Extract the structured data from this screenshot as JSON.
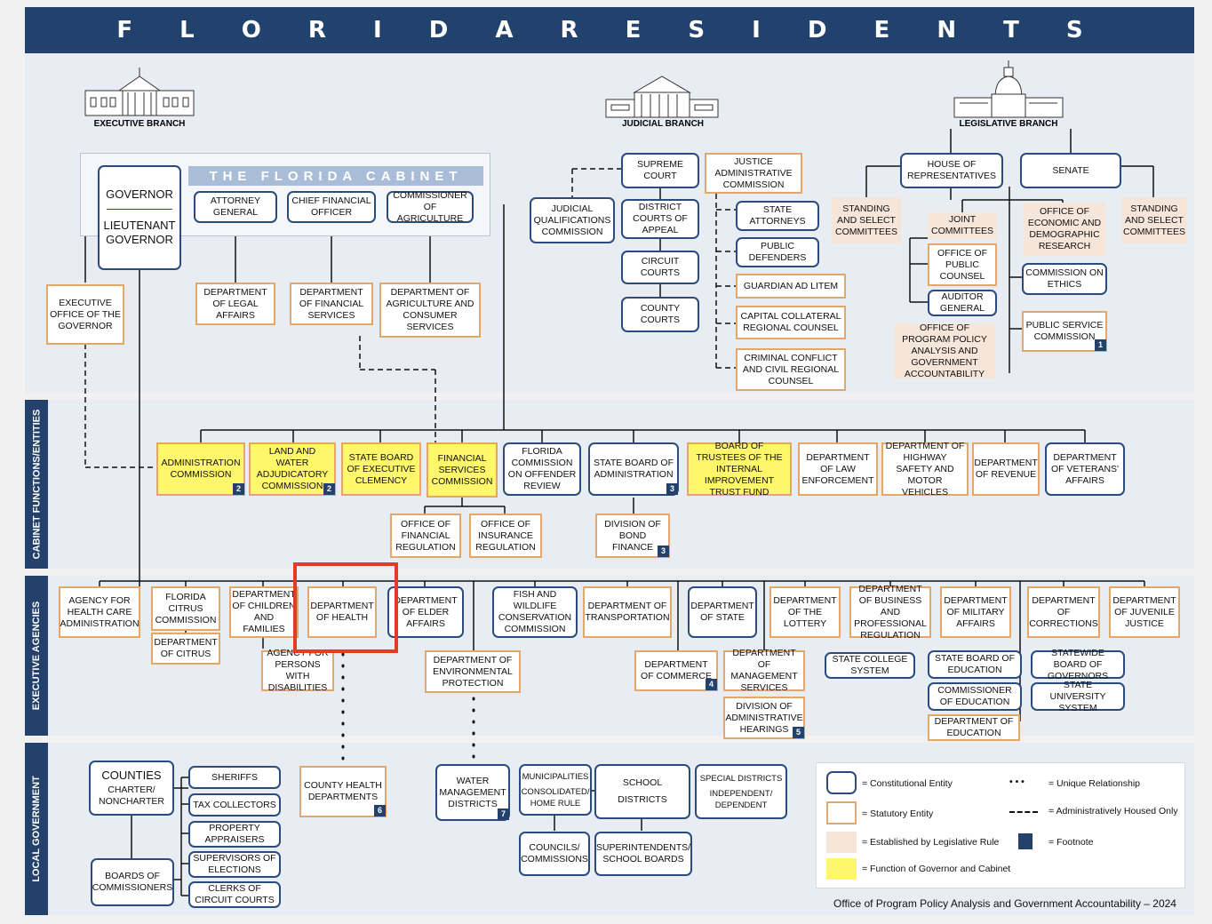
{
  "header": {
    "title": "F L O R I D A   R E S I D E N T S"
  },
  "sidebar": {
    "cabinet": "CABINET FUNCTIONS/ENTITIES",
    "exec": "EXECUTIVE AGENCIES",
    "local": "LOCAL GOVERNMENT"
  },
  "branches": {
    "exec": "EXECUTIVE BRANCH",
    "jud": "JUDICIAL  BRANCH",
    "leg": "LEGISLATIVE BRANCH"
  },
  "cabinet_title": "THE FLORIDA CABINET",
  "gov": {
    "governor": "GOVERNOR",
    "lt": "LIEUTENANT GOVERNOR",
    "eog": "EXECUTIVE OFFICE OF THE GOVERNOR"
  },
  "cab": {
    "ag": "ATTORNEY GENERAL",
    "cfo": "CHIEF FINANCIAL OFFICER",
    "comm": "COMMISSIONER OF AGRICULTURE",
    "dla": "DEPARTMENT OF LEGAL AFFAIRS",
    "dfs": "DEPARTMENT OF FINANCIAL SERVICES",
    "dacs": "DEPARTMENT OF AGRICULTURE AND CONSUMER SERVICES"
  },
  "jud": {
    "sc": "SUPREME COURT",
    "jqc": "JUDICIAL QUALIFICATIONS COMMISSION",
    "dca": "DISTRICT COURTS OF APPEAL",
    "cc": "CIRCUIT COURTS",
    "county": "COUNTY COURTS",
    "jac": "JUSTICE ADMINISTRATIVE COMMISSION",
    "sa": "STATE ATTORNEYS",
    "pd": "PUBLIC DEFENDERS",
    "gal": "GUARDIAN AD LITEM",
    "ccrc": "CAPITAL COLLATERAL REGIONAL COUNSEL",
    "ccrc2": "CRIMINAL CONFLICT AND CIVIL REGIONAL COUNSEL"
  },
  "leg": {
    "house": "HOUSE OF REPRESENTATIVES",
    "senate": "SENATE",
    "ssc1": "STANDING AND SELECT COMMITTEES",
    "ssc2": "STANDING AND SELECT COMMITTEES",
    "joint": "JOINT COMMITTEES",
    "edr": "OFFICE OF ECONOMIC AND DEMOGRAPHIC RESEARCH",
    "opc": "OFFICE OF PUBLIC COUNSEL",
    "ethics": "COMMISSION ON ETHICS",
    "auditor": "AUDITOR GENERAL",
    "psc": "PUBLIC SERVICE COMMISSION",
    "oppaga": "OFFICE OF PROGRAM POLICY ANALYSIS AND GOVERNMENT ACCOUNTABILITY"
  },
  "cabent": {
    "admin": "ADMINISTRATION COMMISSION",
    "lwac": "LAND AND WATER ADJUDICATORY COMMISSION",
    "clem": "STATE BOARD OF EXECUTIVE CLEMENCY",
    "fsc": "FINANCIAL SERVICES COMMISSION",
    "focr": "FLORIDA COMMISSION ON OFFENDER REVIEW",
    "sba": "STATE BOARD OF ADMINISTRATION",
    "tiitf": "BOARD OF TRUSTEES OF THE INTERNAL IMPROVEMENT TRUST FUND",
    "fdle": "DEPARTMENT OF LAW ENFORCEMENT",
    "hsmv": "DEPARTMENT OF HIGHWAY SAFETY AND MOTOR VEHICLES",
    "dor": "DEPARTMENT OF REVENUE",
    "dva": "DEPARTMENT OF VETERANS' AFFAIRS",
    "ofr": "OFFICE OF FINANCIAL REGULATION",
    "oir": "OFFICE OF INSURANCE REGULATION",
    "dbf": "DIVISION OF BOND FINANCE"
  },
  "agencies": {
    "ahca": "AGENCY FOR HEALTH CARE ADMINISTRATION",
    "fcc": "FLORIDA CITRUS COMMISSION",
    "doc_citrus": "DEPARTMENT OF CITRUS",
    "dcf": "DEPARTMENT OF CHILDREN AND FAMILIES",
    "doh": "DEPARTMENT OF HEALTH",
    "doea": "DEPARTMENT OF ELDER AFFAIRS",
    "apd": "AGENCY FOR PERSONS WITH DISABILITIES",
    "fwc": "FISH AND WILDLIFE CONSERVATION COMMISSION",
    "dep": "DEPARTMENT OF ENVIRONMENTAL PROTECTION",
    "fdot": "DEPARTMENT OF TRANSPORTATION",
    "deo": "DEPARTMENT OF COMMERCE",
    "dos": "DEPARTMENT OF STATE",
    "dms": "DEPARTMENT OF MANAGEMENT SERVICES",
    "doah": "DIVISION OF ADMINISTRATIVE HEARINGS",
    "lottery": "DEPARTMENT OF THE LOTTERY",
    "dbpr": "DEPARTMENT OF BUSINESS AND PROFESSIONAL REGULATION",
    "scs": "STATE COLLEGE SYSTEM",
    "dma": "DEPARTMENT OF MILITARY AFFAIRS",
    "sbe": "STATE BOARD OF EDUCATION",
    "coe": "COMMISSIONER OF EDUCATION",
    "doe": "DEPARTMENT OF EDUCATION",
    "dc": "DEPARTMENT OF CORRECTIONS",
    "bog": "STATEWIDE BOARD OF GOVERNORS",
    "sus": "STATE UNIVERSITY SYSTEM",
    "djj": "DEPARTMENT OF JUVENILE JUSTICE"
  },
  "local": {
    "counties": "COUNTIES",
    "charter": "CHARTER/ NONCHARTER",
    "boc": "BOARDS OF COMMISSIONERS",
    "sheriffs": "SHERIFFS",
    "tax": "TAX COLLECTORS",
    "prop": "PROPERTY APPRAISERS",
    "soe": "SUPERVISORS OF ELECTIONS",
    "clerks": "CLERKS OF CIRCUIT COURTS",
    "chd": "COUNTY HEALTH DEPARTMENTS",
    "wmd": "WATER MANAGEMENT DISTRICTS",
    "muni": "MUNICIPALITIES",
    "muni2": "CONSOLIDATED/ HOME RULE",
    "councils": "COUNCILS/ COMMISSIONS",
    "school": "SCHOOL",
    "school2": "DISTRICTS",
    "supt": "SUPERINTENDENTS/ SCHOOL BOARDS",
    "special": "SPECIAL DISTRICTS",
    "special2": "INDEPENDENT/ DEPENDENT"
  },
  "footnotes": {
    "f1": "1",
    "f2": "2",
    "f3": "3",
    "f5": "5",
    "f6": "6",
    "f7": "7",
    "f4": "4"
  },
  "legend": {
    "const": "= Constitutional Entity",
    "stat": "= Statutory Entity",
    "leg": "= Established by Legislative Rule",
    "fn": "= Function of Governor and Cabinet",
    "dots": "= Unique Relationship",
    "dash": "= Administratively Housed Only",
    "foot": "= Footnote",
    "dots_sym": "• • •"
  },
  "footer": "Office of Program Policy Analysis and Government Accountability – 2024",
  "colors": {
    "navy": "#22426e",
    "orange": "#e3a76a",
    "yellow": "#fff76b",
    "peach": "#f5e6d9",
    "highlight": "#e23b26"
  }
}
